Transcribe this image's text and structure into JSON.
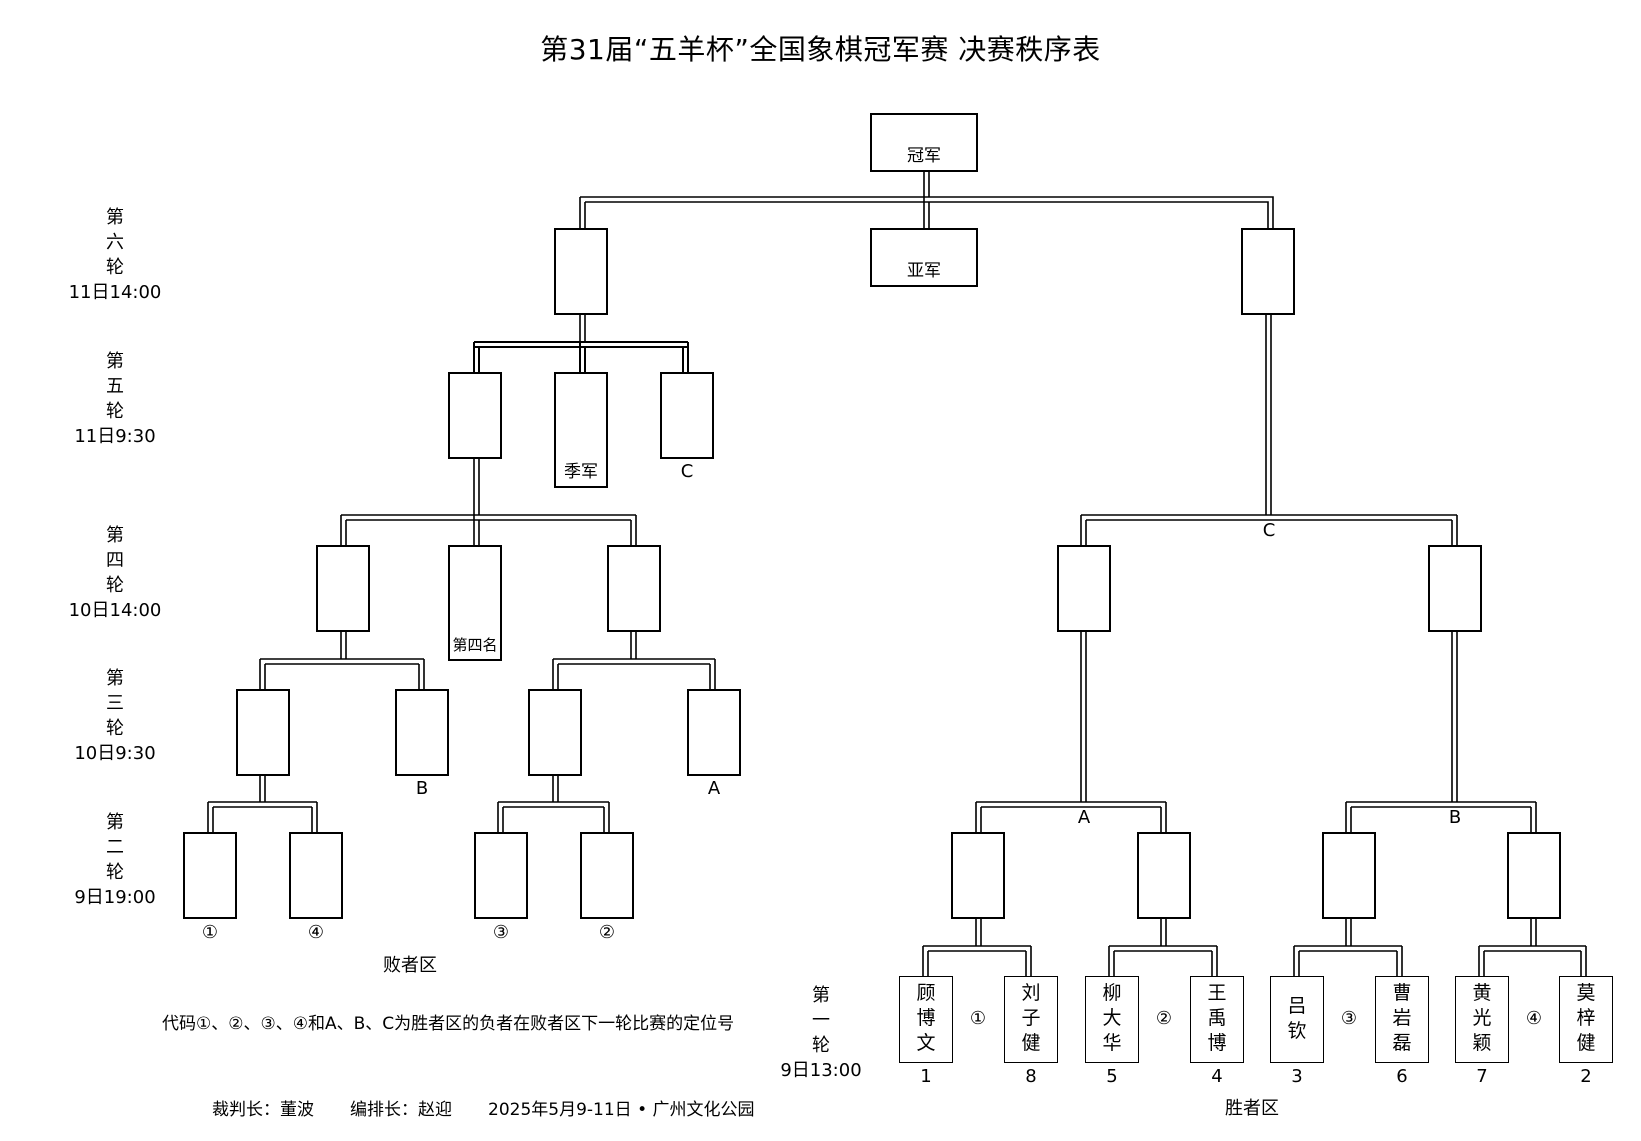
{
  "title": "第31届“五羊杯”全国象棋冠军赛  决赛秩序表",
  "labels": {
    "champion": "冠军",
    "runner_up": "亚军",
    "third": "季军",
    "fourth": "第四名",
    "c": "C",
    "b": "B",
    "a": "A",
    "c_winner": "C",
    "a_winner": "A",
    "b_winner": "B"
  },
  "rounds": [
    {
      "chars": [
        "第",
        "六",
        "轮"
      ],
      "time": "11日14:00"
    },
    {
      "chars": [
        "第",
        "五",
        "轮"
      ],
      "time": "11日9:30"
    },
    {
      "chars": [
        "第",
        "四",
        "轮"
      ],
      "time": "10日14:00"
    },
    {
      "chars": [
        "第",
        "三",
        "轮"
      ],
      "time": "10日9:30"
    },
    {
      "chars": [
        "第",
        "二",
        "轮"
      ],
      "time": "9日19:00"
    },
    {
      "chars": [
        "第",
        "一",
        "轮"
      ],
      "time": "9日13:00"
    }
  ],
  "loser_codes": [
    "①",
    "④",
    "③",
    "②"
  ],
  "loser_zone": "败者区",
  "winner_zone": "胜者区",
  "note": "代码①、②、③、④和A、B、C为胜者区的负者在败者区下一轮比赛的定位号",
  "players": [
    {
      "name": [
        "顾",
        "博",
        "文"
      ],
      "seed": "1"
    },
    {
      "name": [
        "刘",
        "子",
        "健"
      ],
      "seed": "8"
    },
    {
      "name": [
        "柳",
        "大",
        "华"
      ],
      "seed": "5"
    },
    {
      "name": [
        "王",
        "禹",
        "博"
      ],
      "seed": "4"
    },
    {
      "name": [
        "吕",
        "钦"
      ],
      "seed": "3"
    },
    {
      "name": [
        "曹",
        "岩",
        "磊"
      ],
      "seed": "6"
    },
    {
      "name": [
        "黄",
        "光",
        "颖"
      ],
      "seed": "7"
    },
    {
      "name": [
        "莫",
        "梓",
        "健"
      ],
      "seed": "2"
    }
  ],
  "match_codes": [
    "①",
    "②",
    "③",
    "④"
  ],
  "footer": {
    "referee": "裁判长：董波",
    "scheduler": "编排长：赵迎",
    "date_place": "2025年5月9-11日 • 广州文化公园"
  }
}
